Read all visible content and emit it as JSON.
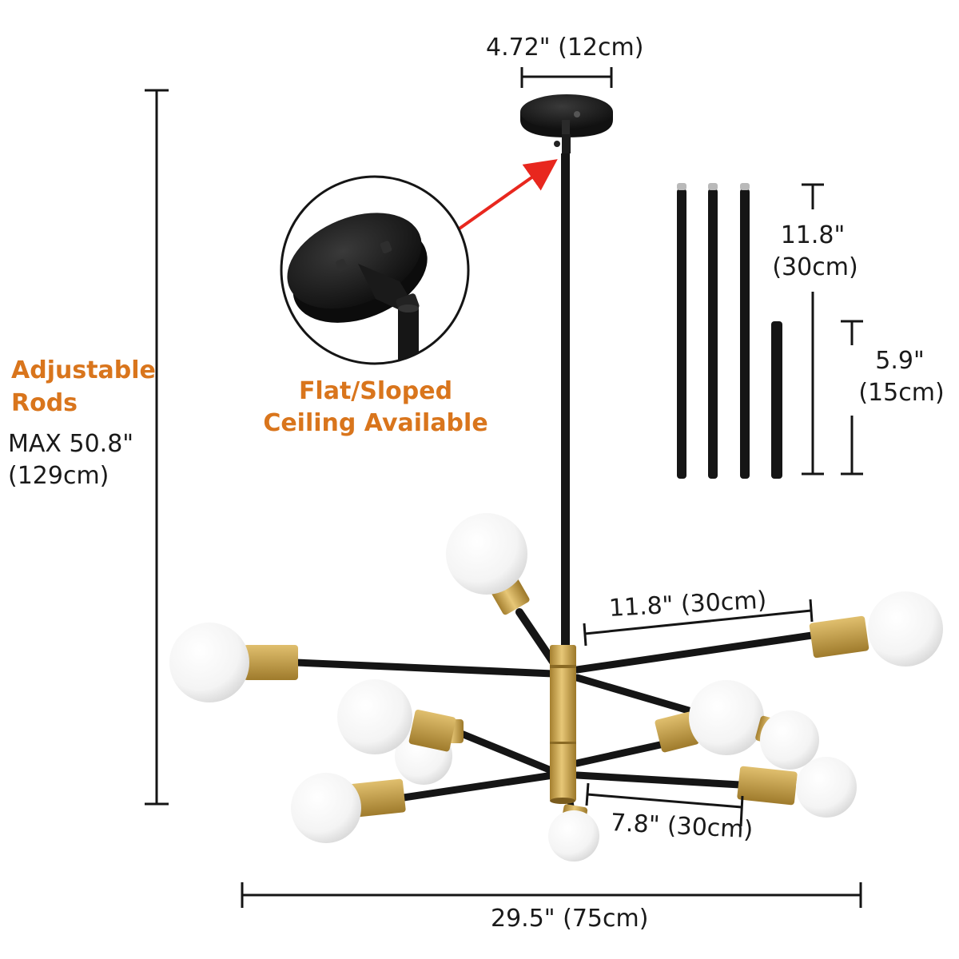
{
  "dimensions": {
    "canopy_width": "4.72\" (12cm)",
    "long_rod": {
      "line1": "11.8\"",
      "line2": "(30cm)"
    },
    "short_rod": {
      "line1": "5.9\"",
      "line2": "(15cm)"
    },
    "upper_arm": "11.8\" (30cm)",
    "lower_arm": "7.8\" (30cm)",
    "total_width": "29.5\" (75cm)"
  },
  "features": {
    "adjustable_line1": "Adjustable",
    "adjustable_line2": "Rods",
    "max_line1": "MAX 50.8\"",
    "max_line2": "(129cm)",
    "ceiling_line1": "Flat/Sloped",
    "ceiling_line2": "Ceiling Available"
  },
  "colors": {
    "accent_orange": "#d9751c",
    "brass": "#c9a34e",
    "black": "#151515",
    "bulb_white": "#f7f7f7",
    "arrow_red": "#e8271e"
  },
  "product": {
    "bulb_count": 10,
    "extension_rods": {
      "long": 3,
      "short": 1
    }
  }
}
